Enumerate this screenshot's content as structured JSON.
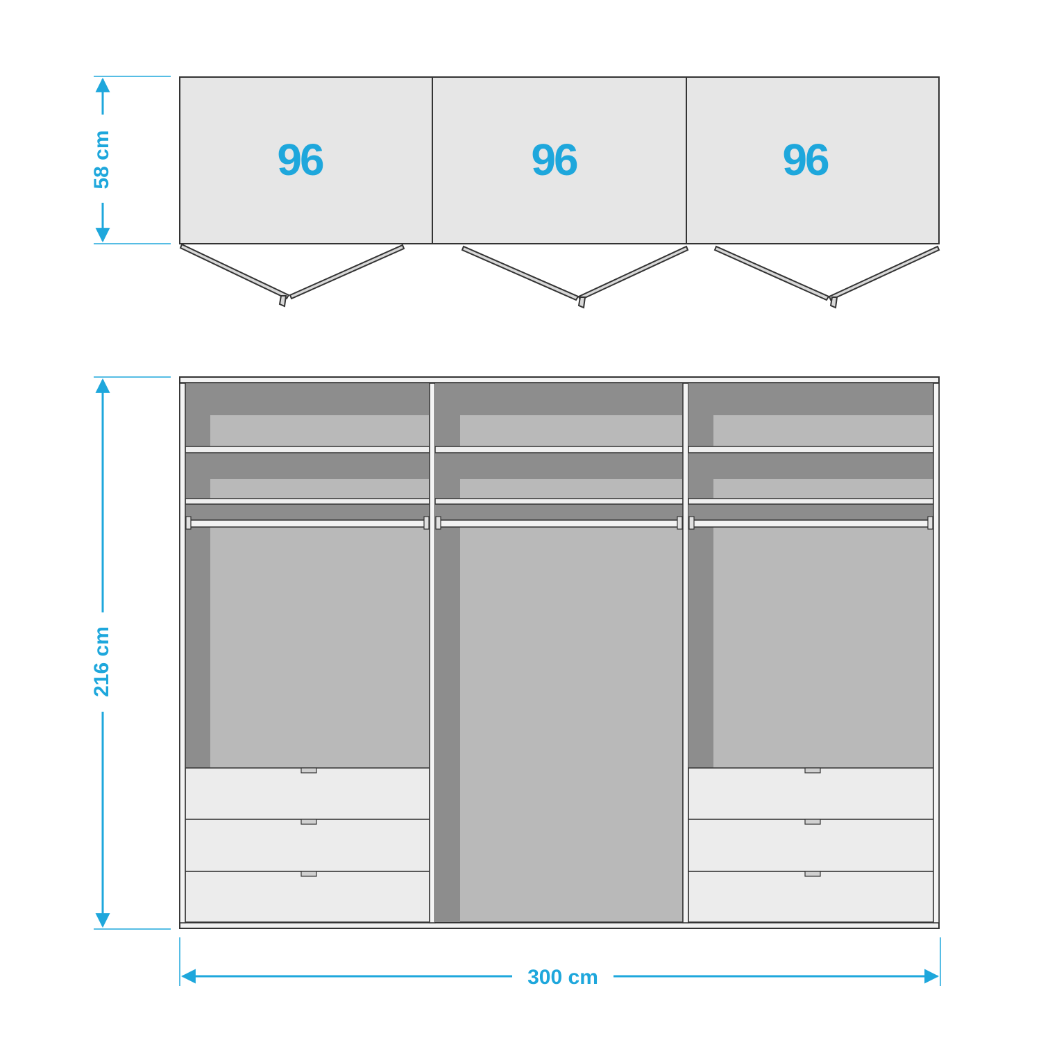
{
  "dimensions": {
    "depth": "58 cm",
    "height": "216 cm",
    "width": "300 cm"
  },
  "top_view": {
    "sections": [
      {
        "label": "96"
      },
      {
        "label": "96"
      },
      {
        "label": "96"
      }
    ]
  },
  "front_view": {
    "columns": [
      {
        "type": "shelves-rail-drawers",
        "shelves": 2,
        "drawers": 3
      },
      {
        "type": "shelves-rail",
        "shelves": 2,
        "drawers": 0
      },
      {
        "type": "shelves-rail-drawers",
        "shelves": 2,
        "drawers": 3
      }
    ]
  },
  "colors": {
    "accent": "#1ea7dc",
    "outline": "#333333",
    "panel": "#e6e6e6",
    "interior": "#b9b9b9",
    "interior_side": "#8d8d8d",
    "drawer": "#ececec"
  }
}
